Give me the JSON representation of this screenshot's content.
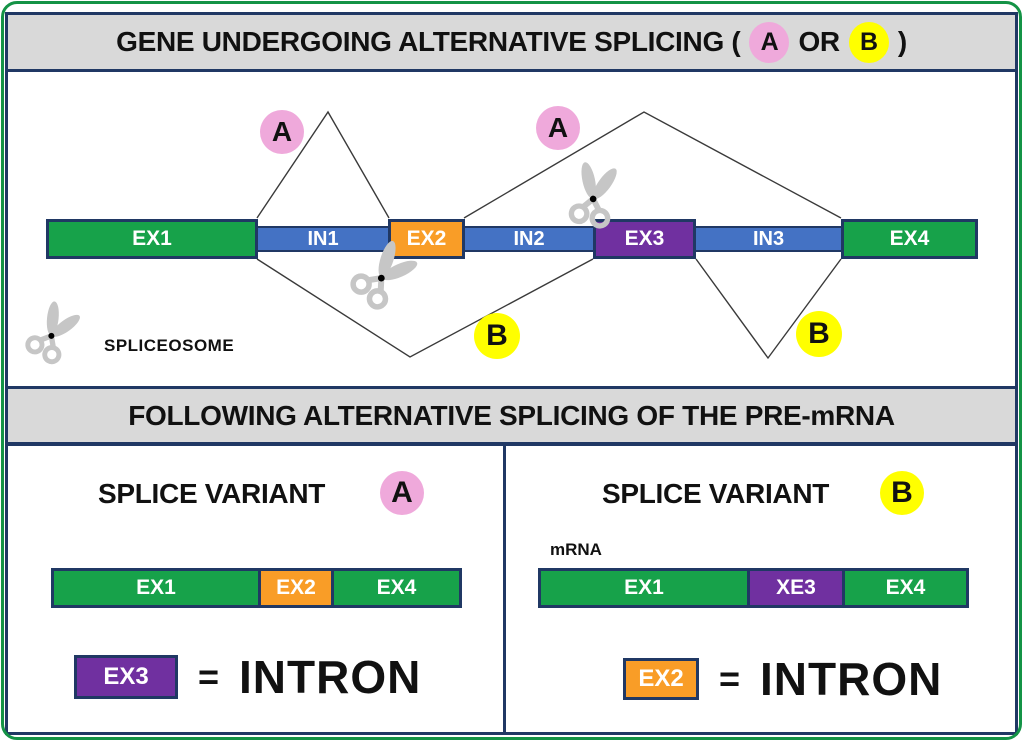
{
  "colors": {
    "exon_green": "#17A24A",
    "intron_blue": "#4472C4",
    "exon_orange": "#F99D27",
    "exon_purple": "#7030A0",
    "border_navy": "#203864",
    "banner_gray": "#D9D9D9",
    "badge_pink": "#EFA9DB",
    "badge_yellow": "#FFFF00",
    "frame_green": "#149346",
    "scissors_gray": "#C6C6C6"
  },
  "header1": {
    "text_before": "GENE UNDERGOING ALTERNATIVE SPLICING (",
    "variant_a": "A",
    "or_text": "OR",
    "variant_b": "B",
    "text_after": ")"
  },
  "gene_diagram": {
    "segments": [
      {
        "label": "EX1",
        "type": "exon",
        "color": "green"
      },
      {
        "label": "IN1",
        "type": "intron",
        "color": "blue"
      },
      {
        "label": "EX2",
        "type": "exon",
        "color": "orange"
      },
      {
        "label": "IN2",
        "type": "intron",
        "color": "blue"
      },
      {
        "label": "EX3",
        "type": "exon",
        "color": "purple"
      },
      {
        "label": "IN3",
        "type": "intron",
        "color": "blue"
      },
      {
        "label": "EX4",
        "type": "exon",
        "color": "green"
      }
    ],
    "path_labels": {
      "a": "A",
      "b": "B"
    },
    "spliceosome_label": "SPLICEOSOME"
  },
  "header2": {
    "text": "FOLLOWING ALTERNATIVE SPLICING OF THE PRE-mRNA"
  },
  "variant_a_panel": {
    "title": "SPLICE VARIANT",
    "badge": "A",
    "bar": [
      {
        "label": "EX1",
        "color": "green"
      },
      {
        "label": "EX2",
        "color": "orange"
      },
      {
        "label": "EX4",
        "color": "green"
      }
    ],
    "legend_box_label": "EX3",
    "equals_sign": "=",
    "legend_text": "INTRON"
  },
  "variant_b_panel": {
    "title": "SPLICE VARIANT",
    "badge": "B",
    "mrna_label": "mRNA",
    "bar": [
      {
        "label": "EX1",
        "color": "green"
      },
      {
        "label": "XE3",
        "color": "purple"
      },
      {
        "label": "EX4",
        "color": "green"
      }
    ],
    "legend_box_label": "EX2",
    "equals_sign": "=",
    "legend_text": "INTRON"
  }
}
